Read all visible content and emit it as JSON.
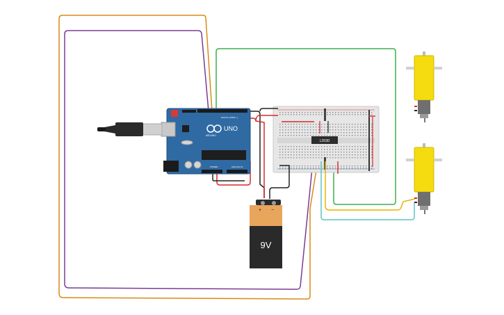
{
  "arduino": {
    "brand": "ARDUINO",
    "model": "UNO",
    "header_digital": "DIGITAL (PWM ~)",
    "header_power": "POWER",
    "header_analog": "ANALOG IN"
  },
  "breadboard": {
    "chip_label": "L293D"
  },
  "battery": {
    "label": "9V",
    "plus": "+",
    "minus": "−"
  },
  "colors": {
    "wire_orange": "#d98a16",
    "wire_purple": "#7a3b95",
    "wire_green": "#3fae49",
    "wire_red": "#d22b2b",
    "wire_black": "#222222",
    "wire_yellow": "#e8b400",
    "wire_cyan": "#5fc3c7",
    "arduino_blue": "#2f6aa3",
    "motor_yellow": "#f4dc10",
    "battery_orange": "#e8a55c",
    "battery_body": "#2a2a2a"
  }
}
